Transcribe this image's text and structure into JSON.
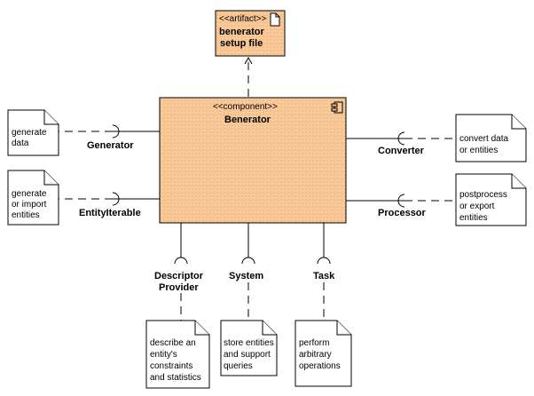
{
  "artifact": {
    "stereotype": "<<artifact>>",
    "name_lines": [
      "benerator",
      "setup file"
    ]
  },
  "component": {
    "stereotype": "<<component>>",
    "name": "Benerator"
  },
  "interfaces": {
    "generator": "Generator",
    "entity_iterable": "EntityIterable",
    "converter": "Converter",
    "processor": "Processor",
    "descriptor_provider_lines": [
      "Descriptor",
      "Provider"
    ],
    "system": "System",
    "task": "Task"
  },
  "notes": {
    "generate_data": [
      "generate",
      "data"
    ],
    "generate_import": [
      "generate",
      "or import",
      "entities"
    ],
    "convert": [
      "convert data",
      "or entities"
    ],
    "postprocess": [
      "postprocess",
      "or export",
      "entities"
    ],
    "describe": [
      "describe an",
      "entity's",
      "constraints",
      "and statistics"
    ],
    "store": [
      "store entities",
      "and support",
      "queries"
    ],
    "perform": [
      "perform",
      "arbitrary",
      "operations"
    ]
  },
  "colors": {
    "component_fill": "#f9c99a",
    "artifact_fill": "#f9c99a",
    "dot_color": "#e8a86a"
  }
}
